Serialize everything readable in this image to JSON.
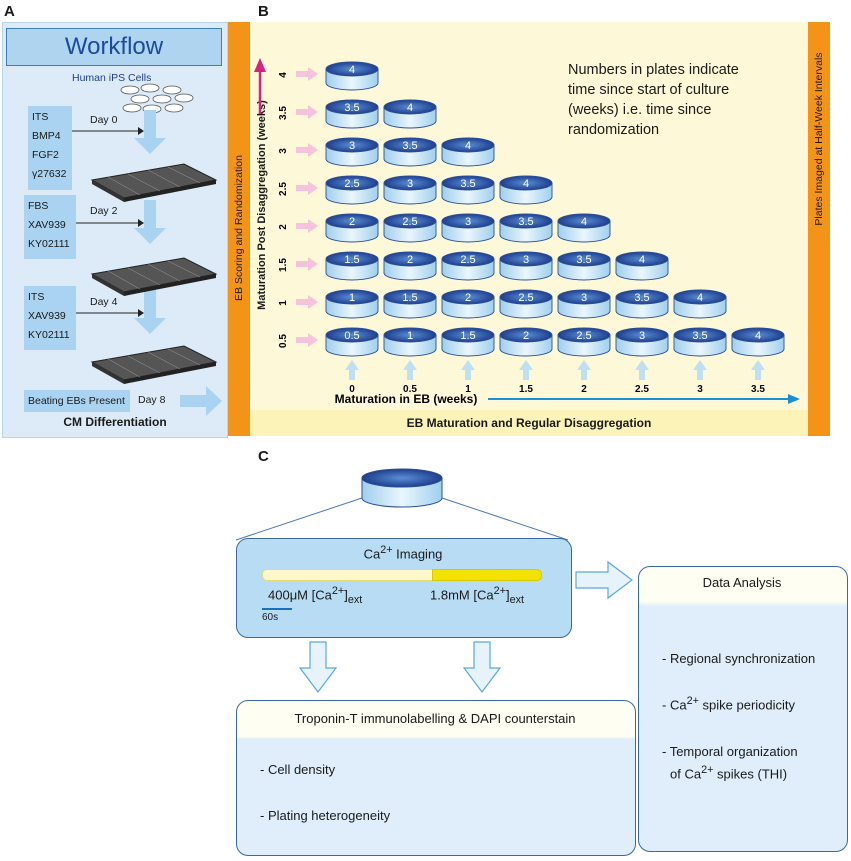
{
  "panels": {
    "a": "A",
    "b": "B",
    "c": "C"
  },
  "workflow": {
    "title": "Workflow",
    "cells_label": "Human iPS Cells",
    "reagents_day0": [
      "ITS",
      "BMP4",
      "FGF2",
      "γ27632"
    ],
    "day0": "Day 0",
    "reagents_day2": [
      "FBS",
      "XAV939",
      "KY02111"
    ],
    "day2": "Day 2",
    "reagents_day4": [
      "ITS",
      "XAV939",
      "KY02111"
    ],
    "day4": "Day 4",
    "beating": "Beating EBs Present",
    "day8": "Day 8",
    "footer": "CM Differentiation"
  },
  "grid": {
    "note_lines": [
      "Numbers in plates indicate",
      "time since start of culture",
      "(weeks) i.e. time since",
      "randomization"
    ],
    "y_axis_label": "Maturation Post Disaggregation (weeks)",
    "x_axis_label": "Maturation in EB (weeks)",
    "row_labels": [
      "4",
      "3.5",
      "3",
      "2.5",
      "2",
      "1.5",
      "1",
      "0.5"
    ],
    "col_labels": [
      "0",
      "0.5",
      "1",
      "1.5",
      "2",
      "2.5",
      "3",
      "3.5"
    ],
    "plate_rows": [
      [
        "4"
      ],
      [
        "3.5",
        "4"
      ],
      [
        "3",
        "3.5",
        "4"
      ],
      [
        "2.5",
        "3",
        "3.5",
        "4"
      ],
      [
        "2",
        "2.5",
        "3",
        "3.5",
        "4"
      ],
      [
        "1.5",
        "2",
        "2.5",
        "3",
        "3.5",
        "4"
      ],
      [
        "1",
        "1.5",
        "2",
        "2.5",
        "3",
        "3.5",
        "4"
      ],
      [
        "0.5",
        "1",
        "1.5",
        "2",
        "2.5",
        "3",
        "3.5",
        "4"
      ]
    ],
    "left_side_label": "EB Scoring and Randomization",
    "right_side_label": "Plates Imaged at Half-Week Intervals",
    "bottom_label": "EB Maturation and Regular Disaggregation"
  },
  "imaging": {
    "title_prefix": "Ca",
    "title_sup": "2+",
    "title_suffix": " Imaging",
    "low_prefix": "400μM [Ca",
    "low_sup": "2+",
    "low_close": "]",
    "low_sub": "ext",
    "high_prefix": "1.8mM [Ca",
    "high_sup": "2+",
    "high_close": "]",
    "high_sub": "ext",
    "scale": "60s"
  },
  "analysis": {
    "title": "Data Analysis",
    "item1": "- Regional synchronization",
    "item2_prefix": "- Ca",
    "item2_sup": "2+",
    "item2_suffix": " spike periodicity",
    "item3_line1": "- Temporal organization",
    "item3_prefix": "of Ca",
    "item3_sup": "2+",
    "item3_suffix": " spikes (THI)"
  },
  "troponin": {
    "title": "Troponin-T immunolabelling & DAPI counterstain",
    "item1": "- Cell density",
    "item2": "- Plating heterogeneity"
  },
  "colors": {
    "accent_orange": "#f39419",
    "plate_blue": "#2f56a8",
    "arrow_blue": "#1a8fd4",
    "arrow_pink": "#d6237d"
  }
}
